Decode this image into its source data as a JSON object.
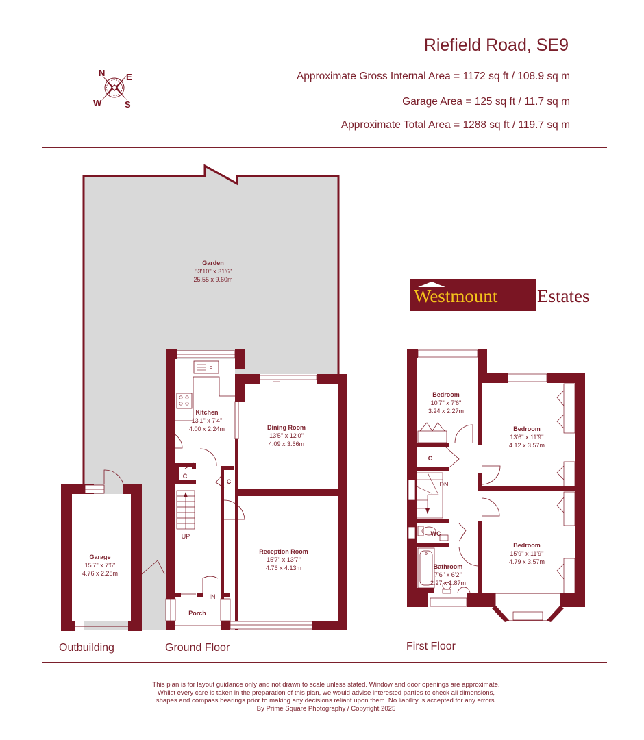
{
  "header": {
    "title": "Riefield Road, SE9",
    "areas": [
      "Approximate Gross Internal Area = 1172 sq ft / 108.9 sq m",
      "Garage Area = 125 sq ft / 11.7 sq m",
      "Approximate Total Area = 1288 sq ft / 119.7 sq m"
    ]
  },
  "compass": {
    "icon": "compass-rose-icon",
    "n": "N",
    "e": "E",
    "s": "S",
    "w": "W"
  },
  "logo": {
    "primary": "Westmount",
    "secondary": "Estates",
    "colors": {
      "box": "#7a1523",
      "primary_text": "#f4c21b",
      "secondary_text": "#7a1523"
    }
  },
  "colors": {
    "wall": "#7a1523",
    "garden": "#d9d9d9",
    "text": "#7a1f2b"
  },
  "garden": {
    "name": "Garden",
    "imperial": "83'10'' x 31'6''",
    "metric": "25.55 x 9.60m"
  },
  "outbuilding": {
    "label": "Outbuilding",
    "rooms": [
      {
        "name": "Garage",
        "imperial": "15'7'' x 7'6''",
        "metric": "4.76 x 2.28m"
      }
    ]
  },
  "ground_floor": {
    "label": "Ground Floor",
    "rooms": [
      {
        "name": "Kitchen",
        "imperial": "13'1'' x 7'4''",
        "metric": "4.00 x 2.24m"
      },
      {
        "name": "Dining Room",
        "imperial": "13'5'' x 12'0''",
        "metric": "4.09 x 3.66m"
      },
      {
        "name": "Reception Room",
        "imperial": "15'7'' x 13'7''",
        "metric": "4.76 x 4.13m"
      },
      {
        "name": "Porch"
      }
    ],
    "marks": {
      "cupboard": "C",
      "up": "UP",
      "in": "IN"
    }
  },
  "first_floor": {
    "label": "First Floor",
    "rooms": [
      {
        "name": "Bedroom",
        "imperial": "10'7'' x 7'6''",
        "metric": "3.24 x 2.27m"
      },
      {
        "name": "Bedroom",
        "imperial": "13'6'' x 11'9''",
        "metric": "4.12 x 3.57m"
      },
      {
        "name": "Bedroom",
        "imperial": "15'9'' x 11'9''",
        "metric": "4.79 x 3.57m"
      },
      {
        "name": "Bathroom",
        "imperial": "7'6'' x 6'2''",
        "metric": "2.27 x 1.87m"
      },
      {
        "name": "WC"
      }
    ],
    "marks": {
      "cupboard": "C",
      "down": "DN"
    }
  },
  "footer": {
    "lines": [
      "This plan is for layout guidance only and not drawn to scale unless stated. Window and door openings are approximate.",
      "Whilst every care is taken in the preparation of this plan, we would advise interested parties to check all dimensions,",
      "shapes and compass bearings prior to making any decisions reliant upon them. No liability is accepted for any errors.",
      "By Prime Square Photography / Copyright 2025"
    ]
  }
}
